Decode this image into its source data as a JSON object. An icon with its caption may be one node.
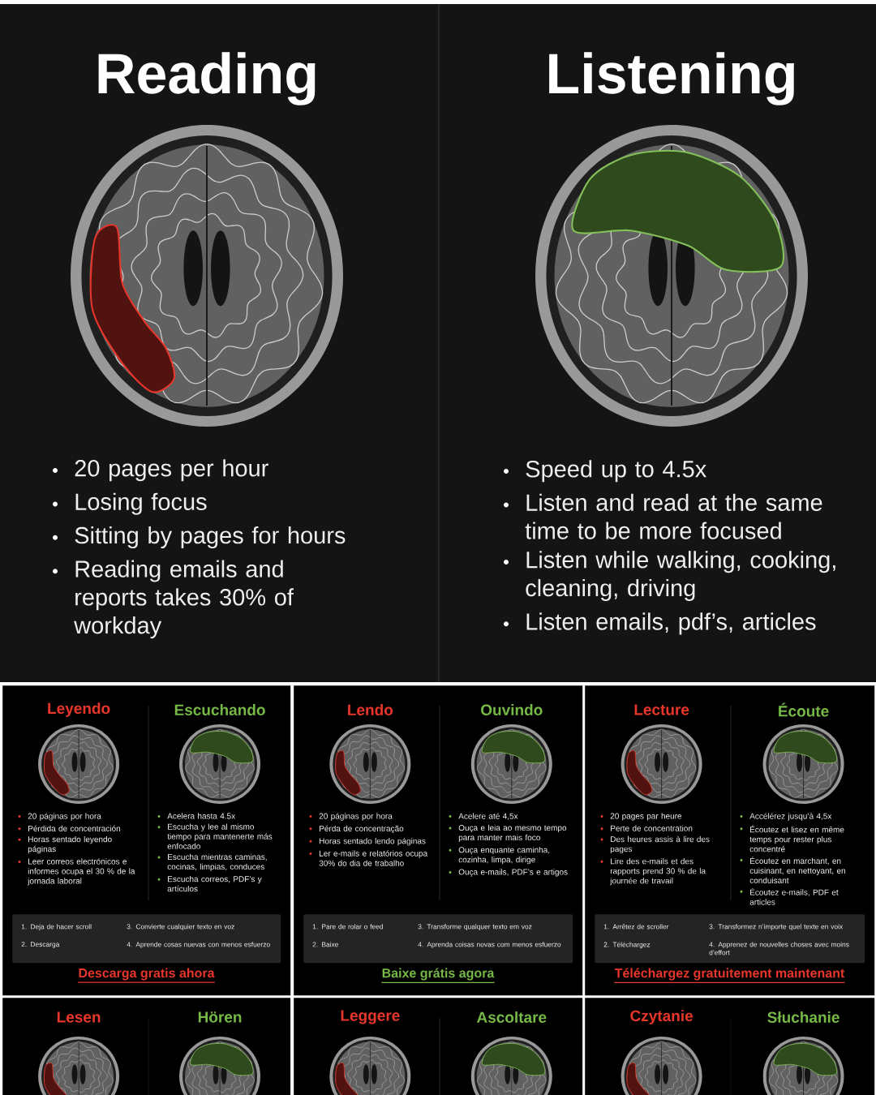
{
  "diagram": {
    "nodes": [
      {
        "text": [
          "Leyendo",
          "Escuchando",
          "20 páginas por hora",
          "Pérdida de concentración",
          "Horas sentado leyendo páginas",
          "Leer correos electrónicos e informes ocupa el 30 % de la jornada laboral",
          "Acelera hasta 4.5x",
          "Escucha y lee al mismo tiempo para mantenerte más enfocado",
          "Escucha mientras caminas, cocinas, limpias, conduces",
          "Escucha correos, PDF’s y artículos",
          "Descarga gratis ahora"
        ]
      },
      {
        "text": [
          "1. Deja de hacer scroll",
          "2. Descarga",
          "3. Convierte cualquier texto en voz",
          "4. Aprende cosas nuevas con menos esfuerzo"
        ],
        "in": 0
      },
      {
        "text": [
          "Lendo",
          "Ouvindo",
          "20 páginas por hora",
          "Pérda de concentração",
          "Horas sentado lendo páginas",
          "Ler e-mails e relatórios ocupa 30% do dia de trabalho",
          "Acelere até 4,5x",
          "Ouça e leia ao mesmo tempo para manter mais foco",
          "Ouça enquante caminha, cozinha, limpa, dirige",
          "Ouça e-mails, PDF’s e artigos",
          "Baixe grátis agora"
        ]
      },
      {
        "text": [
          "1. Pare de rolar o feed",
          "2. Baixe",
          "3. Transforme qualquer texto em voz",
          "4. Aprenda coisas novas com menos esfuerzo"
        ],
        "in": 2
      },
      {
        "text": [
          "Lecture",
          "Écoute",
          "20 pages par heure",
          "Perte de concentration",
          "Des heures assis à lire des pages",
          "Lire des e-mails et des rapports prend 30 % de la journée de travail",
          "Accélérez jusqu’à 4,5x",
          "Écoutez et lisez en même temps pour rester plus concentré",
          "Écoutez en marchant, en cuisinant, en nettoyant, en conduisant",
          "Écoutez e-mails, PDF et articles",
          "Téléchargez gratuitement maintenant"
        ]
      },
      {
        "text": [
          "1. Arrêtez de scroller",
          "2. Téléchargez",
          "3. Transformez n’importe quel texte en voix",
          "4. Apprenez de nouvelles choses avec moins d’effort"
        ],
        "in": 4
      },
      {
        "text": [
          "Lesen",
          "Hören"
        ]
      },
      {
        "text": [
          "Leggere",
          "Ascoltare"
        ]
      },
      {
        "text": [
          "Czytanie",
          "Słuchanie"
        ]
      }
    ],
    "labels": [
      "Reading",
      "Listening",
      "20 pages per hour",
      "Losing focus",
      "Sitting by pages for hours",
      "Reading emails and reports takes 30% of workday",
      "Speed up to 4.5x",
      "Listen and read at the same time to be more focused",
      "Listen while walking, cooking, cleaning, driving",
      "Listen emails, pdf’s, articles"
    ]
  }
}
